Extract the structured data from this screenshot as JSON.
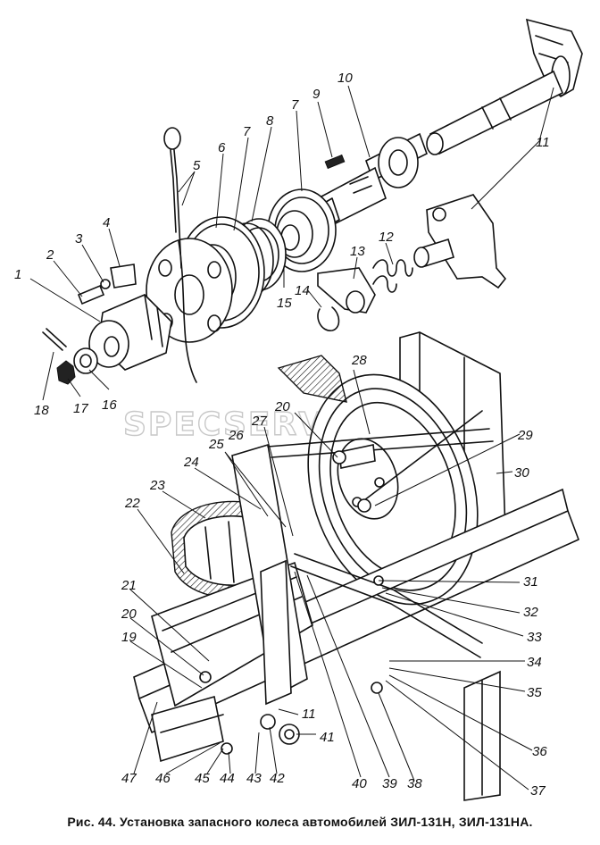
{
  "watermark": "SPECSERVICE",
  "caption": "Рис. 44. Установка запасного колеса автомобилей ЗИЛ-131Н, ЗИЛ-131НА.",
  "labels": [
    {
      "id": "1",
      "text": "1"
    },
    {
      "id": "2",
      "text": "2"
    },
    {
      "id": "3",
      "text": "3"
    },
    {
      "id": "4",
      "text": "4"
    },
    {
      "id": "5",
      "text": "5"
    },
    {
      "id": "6",
      "text": "6"
    },
    {
      "id": "7a",
      "text": "7"
    },
    {
      "id": "8",
      "text": "8"
    },
    {
      "id": "7b",
      "text": "7"
    },
    {
      "id": "9",
      "text": "9"
    },
    {
      "id": "10",
      "text": "10"
    },
    {
      "id": "11a",
      "text": "11"
    },
    {
      "id": "12",
      "text": "12"
    },
    {
      "id": "13",
      "text": "13"
    },
    {
      "id": "14",
      "text": "14"
    },
    {
      "id": "15",
      "text": "15"
    },
    {
      "id": "16",
      "text": "16"
    },
    {
      "id": "17",
      "text": "17"
    },
    {
      "id": "18",
      "text": "18"
    },
    {
      "id": "19",
      "text": "19"
    },
    {
      "id": "20a",
      "text": "20"
    },
    {
      "id": "20b",
      "text": "20"
    },
    {
      "id": "21",
      "text": "21"
    },
    {
      "id": "22",
      "text": "22"
    },
    {
      "id": "23",
      "text": "23"
    },
    {
      "id": "24",
      "text": "24"
    },
    {
      "id": "25",
      "text": "25"
    },
    {
      "id": "26",
      "text": "26"
    },
    {
      "id": "27",
      "text": "27"
    },
    {
      "id": "28",
      "text": "28"
    },
    {
      "id": "29",
      "text": "29"
    },
    {
      "id": "30",
      "text": "30"
    },
    {
      "id": "31",
      "text": "31"
    },
    {
      "id": "32",
      "text": "32"
    },
    {
      "id": "33",
      "text": "33"
    },
    {
      "id": "34",
      "text": "34"
    },
    {
      "id": "35",
      "text": "35"
    },
    {
      "id": "36",
      "text": "36"
    },
    {
      "id": "37",
      "text": "37"
    },
    {
      "id": "38",
      "text": "38"
    },
    {
      "id": "39",
      "text": "39"
    },
    {
      "id": "40",
      "text": "40"
    },
    {
      "id": "41",
      "text": "41"
    },
    {
      "id": "11b",
      "text": "11"
    },
    {
      "id": "42",
      "text": "42"
    },
    {
      "id": "43",
      "text": "43"
    },
    {
      "id": "44",
      "text": "44"
    },
    {
      "id": "45",
      "text": "45"
    },
    {
      "id": "46",
      "text": "46"
    },
    {
      "id": "47",
      "text": "47"
    }
  ]
}
